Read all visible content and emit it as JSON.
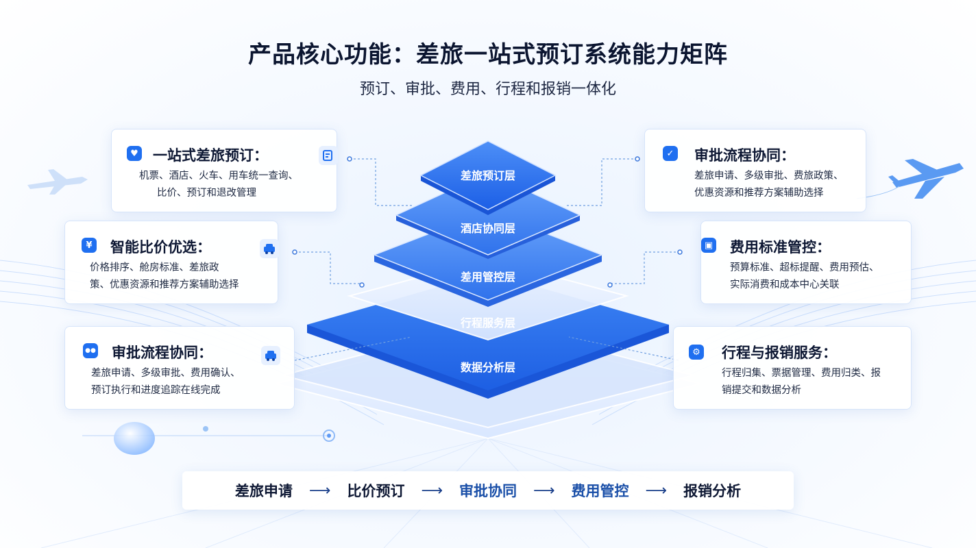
{
  "title": "产品核心功能：差旅一站式预订系统能力矩阵",
  "subtitle": "预订、审批、费用、行程和报销一体化",
  "layers": [
    "差旅预订层",
    "酒店协同层",
    "差用管控层",
    "行程服务层",
    "数据分析层"
  ],
  "cards": {
    "left_top": {
      "title": "一站式差旅预订：",
      "line1": "机票、酒店、火车、用车统一查询、",
      "line2": "比价、预订和退改管理",
      "badge": "♥"
    },
    "left_mid": {
      "title": "智能比价优选：",
      "line1": "价格排序、舱房标准、差旅政",
      "line2": "策、优惠资源和推荐方案辅助选择",
      "badge": "¥"
    },
    "left_bot": {
      "title": "审批流程协同：",
      "line1": "差旅申请、多级审批、费用确认、",
      "line2": "预订执行和进度追踪在线完成",
      "badge": "●●"
    },
    "right_top": {
      "title": "审批流程协同：",
      "line1": "差旅申请、多级审批、费旅政策、",
      "line2": "优惠资源和推荐方案辅助选择",
      "badge": "✓"
    },
    "right_mid": {
      "title": "费用标准管控：",
      "line1": "预算标准、超标提醒、费用预估、",
      "line2": "实际消费和成本中心关联",
      "badge": "▣"
    },
    "right_bot": {
      "title": "行程与报销服务：",
      "line1": "行程归集、票据管理、费用归类、报",
      "line2": "销提交和数据分析",
      "badge": "⚙"
    }
  },
  "flow": [
    "差旅申请",
    "比价预订",
    "审批协同",
    "费用管控",
    "报销分析"
  ],
  "flow_arrow": "⟶",
  "colors": {
    "accent": "#1f6ff0",
    "dark_text": "#0b1530"
  }
}
